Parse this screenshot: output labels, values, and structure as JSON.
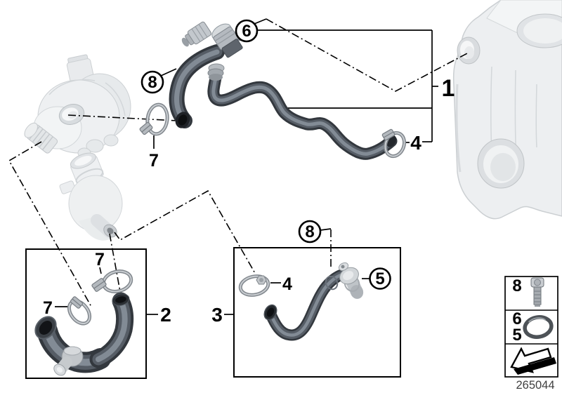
{
  "diagram": {
    "plate_number": "265044",
    "background_color": "#ffffff",
    "line_color": "#000000",
    "component_color": "#edeff1",
    "hose_colors": {
      "outline": "#33383e",
      "mid": "#565d66",
      "highlight": "#828b95"
    },
    "callouts": {
      "main_hose_group": "1",
      "pump_thermostat_hose": "2",
      "thermostat_return_hose": "3",
      "clamp_main": "4",
      "clamp_inset3": "4",
      "flange_oring": "5",
      "connector_oring": "6",
      "clamp_top": "7",
      "clamp_inset2_upper": "7",
      "clamp_inset2_lower": "7",
      "screw_main": "8",
      "screw_inset3": "8"
    },
    "legend": {
      "rows": [
        {
          "ref": "8",
          "icon": "bolt-icon"
        },
        {
          "refs": [
            "6",
            "5"
          ],
          "icon": "o-ring-icon"
        },
        {
          "icon": "installation-direction-arrow-icon"
        }
      ]
    }
  }
}
